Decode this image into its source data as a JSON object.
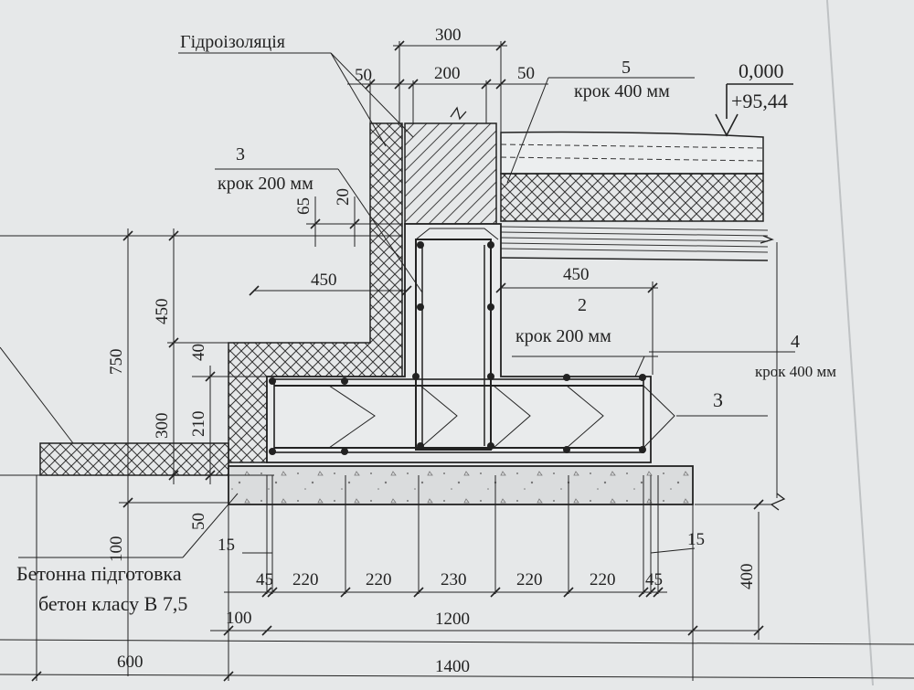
{
  "labels": {
    "waterproofing": "Гідроізоляція",
    "item5_num": "5",
    "item5_step": "крок 400 мм",
    "level_zero": "0,000",
    "level_abs": "+95,44",
    "item3_num": "3",
    "item3_step": "крок 200 мм",
    "item2_num": "2",
    "item2_step": "крок 200 мм",
    "item4_num": "4",
    "item4_step": "крок 400 мм",
    "item3b_num": "3",
    "concrete_prep_1": "Бетонна підготовка",
    "concrete_prep_2": "бетон класу В 7,5"
  },
  "dimensions": {
    "d300": "300",
    "d50a": "50",
    "d200": "200",
    "d50b": "50",
    "d65": "65",
    "d20": "20",
    "d450a": "450",
    "d450b": "450",
    "d750": "750",
    "d40": "40",
    "d300v": "300",
    "d210": "210",
    "d50v": "50",
    "d100v": "100",
    "d15a": "15",
    "d15b": "15",
    "d400v": "400",
    "d45a": "45",
    "d220a": "220",
    "d220b": "220",
    "d230": "230",
    "d220c": "220",
    "d220d": "220",
    "d45b": "45",
    "d100h": "100",
    "d1200": "1200",
    "d600": "600",
    "d1400": "1400"
  },
  "colors": {
    "paper": "#e6e8e9",
    "ink": "#222222",
    "concrete": "#dadcdd"
  }
}
